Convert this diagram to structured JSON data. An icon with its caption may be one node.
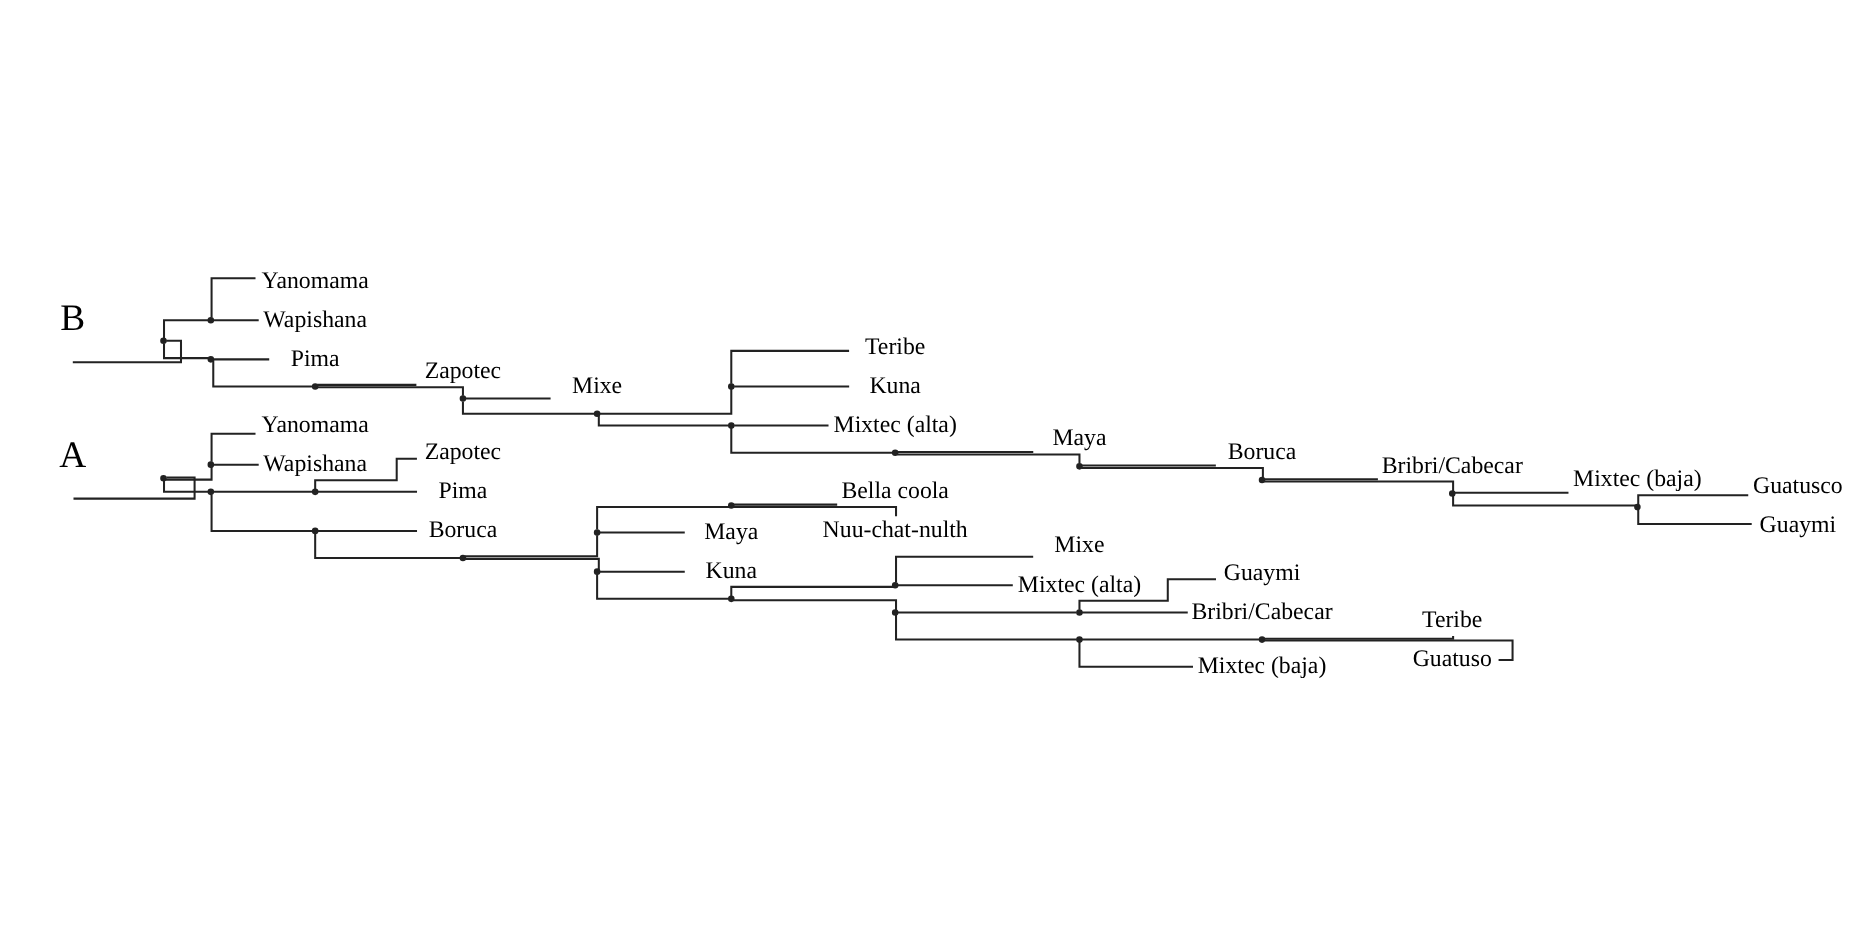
{
  "diagram": {
    "nodes": [
      {
        "text": [],
        "shape": "point"
      },
      {
        "text": [],
        "shape": "point"
      },
      {
        "text": [
          "Yanomama"
        ]
      },
      {
        "text": [
          "Wapishana"
        ]
      },
      {
        "text": [],
        "shape": "point"
      },
      {
        "text": [],
        "shape": "point"
      },
      {
        "text": [
          "Zapotec"
        ]
      },
      {
        "text": [
          "Pima"
        ]
      },
      {
        "text": [],
        "shape": "point"
      },
      {
        "text": [
          "Boruca"
        ]
      },
      {
        "text": [],
        "shape": "point"
      },
      {
        "text": [],
        "shape": "point"
      },
      {
        "text": [],
        "shape": "point"
      },
      {
        "text": [
          "Bella coola"
        ]
      },
      {
        "text": [
          "Nuu-chat-nulth"
        ]
      },
      {
        "text": [
          "Maya"
        ]
      },
      {
        "text": [],
        "shape": "point"
      },
      {
        "text": [
          "Kuna"
        ]
      },
      {
        "text": [],
        "shape": "point"
      },
      {
        "text": [],
        "shape": "point"
      },
      {
        "text": [
          "Mixe"
        ]
      },
      {
        "text": [
          "Mixtec (alta)"
        ]
      },
      {
        "text": [],
        "shape": "point"
      },
      {
        "text": [],
        "shape": "point"
      },
      {
        "text": [
          "Guaymi"
        ]
      },
      {
        "text": [
          "Bribri/Cabecar"
        ]
      },
      {
        "text": [],
        "shape": "point"
      },
      {
        "text": [],
        "shape": "point"
      },
      {
        "text": [
          "Teribe"
        ]
      },
      {
        "text": [
          "Guatuso"
        ]
      },
      {
        "text": [
          "Mixtec (baja)"
        ]
      },
      {
        "text": [],
        "shape": "point"
      },
      {
        "text": [],
        "shape": "point"
      },
      {
        "text": [
          "Yanomama"
        ]
      },
      {
        "text": [
          "Wapishana"
        ]
      },
      {
        "text": [],
        "shape": "point"
      },
      {
        "text": [
          "Pima"
        ]
      },
      {
        "text": [],
        "shape": "point"
      },
      {
        "text": [
          "Zapotec"
        ]
      },
      {
        "text": [],
        "shape": "point"
      },
      {
        "text": [
          "Mixe"
        ]
      },
      {
        "text": [],
        "shape": "point"
      },
      {
        "text": [],
        "shape": "point"
      },
      {
        "text": [
          "Teribe"
        ]
      },
      {
        "text": [
          "Kuna"
        ]
      },
      {
        "text": [],
        "shape": "point"
      },
      {
        "text": [
          "Mixtec (alta)"
        ]
      },
      {
        "text": [],
        "shape": "point"
      },
      {
        "text": [
          "Maya"
        ]
      },
      {
        "text": [],
        "shape": "point"
      },
      {
        "text": [
          "Boruca"
        ]
      },
      {
        "text": [],
        "shape": "point"
      },
      {
        "text": [
          "Bribri/Cabecar"
        ]
      },
      {
        "text": [],
        "shape": "point"
      },
      {
        "text": [
          "Mixtec (baja)"
        ]
      },
      {
        "text": [],
        "shape": "point"
      },
      {
        "text": [
          "Guatusco"
        ]
      },
      {
        "text": [
          "Guaymi"
        ]
      }
    ],
    "edges": [
      {
        "from": null,
        "to": 0,
        "arrow": "none"
      },
      {
        "from": 0,
        "to": 1,
        "arrow": "none"
      },
      {
        "from": 1,
        "to": 2,
        "arrow": "none"
      },
      {
        "from": 1,
        "to": 3,
        "arrow": "none"
      },
      {
        "from": 0,
        "to": 4,
        "arrow": "none"
      },
      {
        "from": 4,
        "to": 5,
        "arrow": "none"
      },
      {
        "from": 5,
        "to": 6,
        "arrow": "none"
      },
      {
        "from": 5,
        "to": 7,
        "arrow": "none"
      },
      {
        "from": 4,
        "to": 8,
        "arrow": "none"
      },
      {
        "from": 8,
        "to": 9,
        "arrow": "none"
      },
      {
        "from": 8,
        "to": 10,
        "arrow": "none"
      },
      {
        "from": 10,
        "to": 11,
        "arrow": "none"
      },
      {
        "from": 11,
        "to": 12,
        "arrow": "none"
      },
      {
        "from": 12,
        "to": 13,
        "arrow": "none"
      },
      {
        "from": 12,
        "to": 14,
        "arrow": "none"
      },
      {
        "from": 11,
        "to": 15,
        "arrow": "none"
      },
      {
        "from": 10,
        "to": 16,
        "arrow": "none"
      },
      {
        "from": 16,
        "to": 17,
        "arrow": "none"
      },
      {
        "from": 16,
        "to": 18,
        "arrow": "none"
      },
      {
        "from": 18,
        "to": 19,
        "arrow": "none"
      },
      {
        "from": 19,
        "to": 20,
        "arrow": "none"
      },
      {
        "from": 19,
        "to": 21,
        "arrow": "none"
      },
      {
        "from": 18,
        "to": 22,
        "arrow": "none"
      },
      {
        "from": 22,
        "to": 23,
        "arrow": "none"
      },
      {
        "from": 23,
        "to": 24,
        "arrow": "none"
      },
      {
        "from": 23,
        "to": 25,
        "arrow": "none"
      },
      {
        "from": 22,
        "to": 26,
        "arrow": "none"
      },
      {
        "from": 26,
        "to": 27,
        "arrow": "none"
      },
      {
        "from": 27,
        "to": 28,
        "arrow": "none"
      },
      {
        "from": 27,
        "to": 29,
        "arrow": "none"
      },
      {
        "from": 26,
        "to": 30,
        "arrow": "none"
      },
      {
        "from": null,
        "to": 31,
        "arrow": "none"
      },
      {
        "from": 31,
        "to": 32,
        "arrow": "none"
      },
      {
        "from": 32,
        "to": 33,
        "arrow": "none"
      },
      {
        "from": 32,
        "to": 34,
        "arrow": "none"
      },
      {
        "from": 31,
        "to": 35,
        "arrow": "none"
      },
      {
        "from": 35,
        "to": 36,
        "arrow": "none"
      },
      {
        "from": 35,
        "to": 37,
        "arrow": "none"
      },
      {
        "from": 37,
        "to": 38,
        "arrow": "none"
      },
      {
        "from": 37,
        "to": 39,
        "arrow": "none"
      },
      {
        "from": 39,
        "to": 40,
        "arrow": "none"
      },
      {
        "from": 39,
        "to": 41,
        "arrow": "none"
      },
      {
        "from": 41,
        "to": 42,
        "arrow": "none"
      },
      {
        "from": 42,
        "to": 43,
        "arrow": "none"
      },
      {
        "from": 42,
        "to": 44,
        "arrow": "none"
      },
      {
        "from": 41,
        "to": 45,
        "arrow": "none"
      },
      {
        "from": 45,
        "to": 46,
        "arrow": "none"
      },
      {
        "from": 45,
        "to": 47,
        "arrow": "none"
      },
      {
        "from": 47,
        "to": 48,
        "arrow": "none"
      },
      {
        "from": 47,
        "to": 49,
        "arrow": "none"
      },
      {
        "from": 49,
        "to": 50,
        "arrow": "none"
      },
      {
        "from": 49,
        "to": 51,
        "arrow": "none"
      },
      {
        "from": 51,
        "to": 52,
        "arrow": "none"
      },
      {
        "from": 51,
        "to": 53,
        "arrow": "none"
      },
      {
        "from": 53,
        "to": 54,
        "arrow": "none"
      },
      {
        "from": 53,
        "to": 55,
        "arrow": "none"
      },
      {
        "from": 55,
        "to": 56,
        "arrow": "none"
      },
      {
        "from": 55,
        "to": 57,
        "arrow": "none"
      }
    ],
    "labels": [
      "A",
      "B"
    ]
  }
}
